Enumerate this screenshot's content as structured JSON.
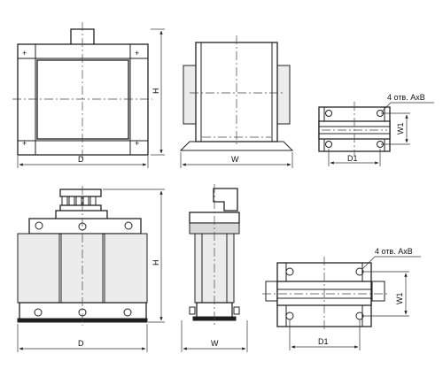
{
  "dimensions": {
    "height": "H",
    "depth": "D",
    "width": "W",
    "depth_mount": "D1",
    "width_mount": "W1"
  },
  "notes": {
    "holes_top": "4 отв. AxB",
    "holes_bottom": "4 отв. AxB"
  },
  "colors": {
    "line": "#222222",
    "fill": "#ececec"
  }
}
